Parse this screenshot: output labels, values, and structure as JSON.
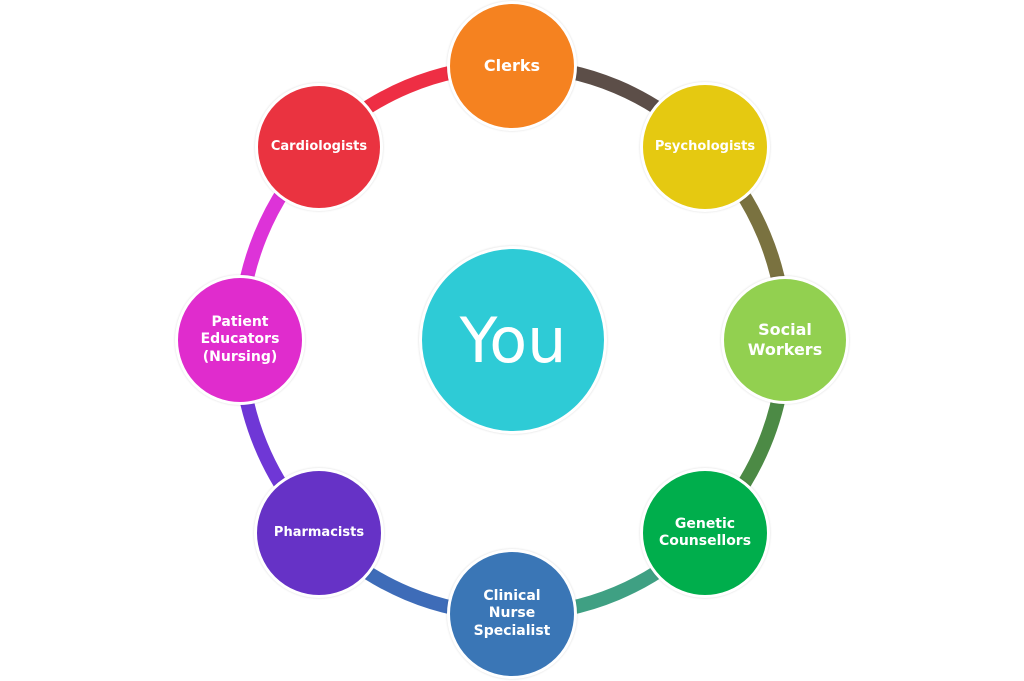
{
  "center": {
    "label": "You",
    "color": "#2ECBD6"
  },
  "nodes": [
    {
      "label": "Clerks",
      "color": "#F58220"
    },
    {
      "label": "Psychologists",
      "color": "#E5C911"
    },
    {
      "label": "Social\nWorkers",
      "color": "#92D050"
    },
    {
      "label": "Genetic\nCounsellors",
      "color": "#00AE4C"
    },
    {
      "label": "Clinical\nNurse\nSpecialist",
      "color": "#3A76B6"
    },
    {
      "label": "Pharmacists",
      "color": "#6632C6"
    },
    {
      "label": "Patient\nEducators\n(Nursing)",
      "color": "#E02CCD"
    },
    {
      "label": "Cardiologists",
      "color": "#EA3340"
    }
  ],
  "connectors": [
    {
      "from": "Clerks",
      "to": "Psychologists",
      "color": "#5C4E48"
    },
    {
      "from": "Psychologists",
      "to": "Social\nWorkers",
      "color": "#7A7240"
    },
    {
      "from": "Social\nWorkers",
      "to": "Genetic\nCounsellors",
      "color": "#4C8A45"
    },
    {
      "from": "Genetic\nCounsellors",
      "to": "Clinical\nNurse\nSpecialist",
      "color": "#3FA083"
    },
    {
      "from": "Clinical\nNurse\nSpecialist",
      "to": "Pharmacists",
      "color": "#3E6CB8"
    },
    {
      "from": "Pharmacists",
      "to": "Patient\nEducators\n(Nursing)",
      "color": "#6F37D6"
    },
    {
      "from": "Patient\nEducators\n(Nursing)",
      "to": "Cardiologists",
      "color": "#DD33D8"
    },
    {
      "from": "Cardiologists",
      "to": "Clerks",
      "color": "#EE2E44"
    }
  ]
}
